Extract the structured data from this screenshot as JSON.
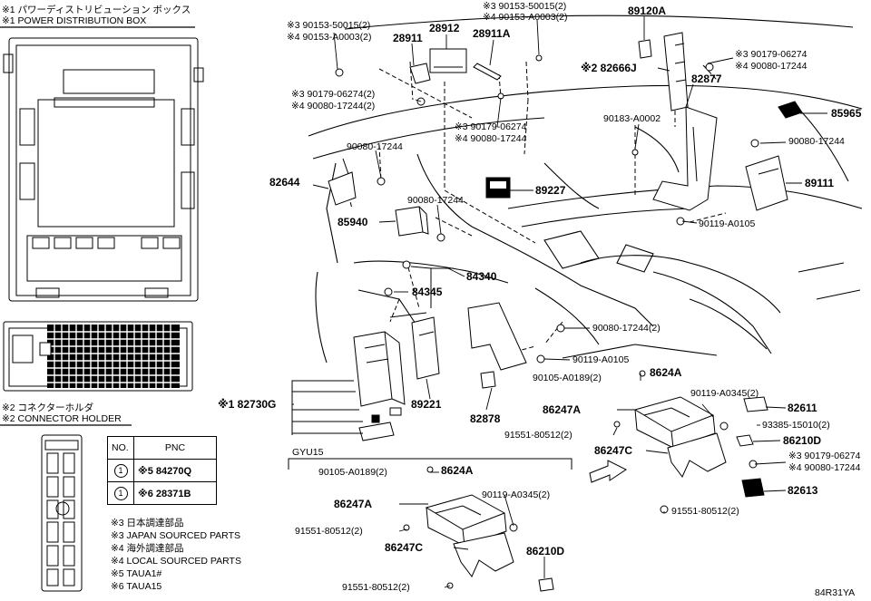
{
  "headers": {
    "pdb_jp": "※1 パワーディストリビューション ボックス",
    "pdb_en": "※1 POWER DISTRIBUTION BOX",
    "ch_jp": "※2 コネクターホルダ",
    "ch_en": "※2 CONNECTOR HOLDER"
  },
  "table": {
    "col_no": "NO.",
    "col_pnc": "PNC",
    "rows": [
      {
        "no": "1",
        "pnc": "※5 84270Q"
      },
      {
        "no": "1",
        "pnc": "※6 28371B"
      }
    ]
  },
  "legend": [
    "※3 日本調達部品",
    "※3 JAPAN SOURCED PARTS",
    "※4 海外調達部品",
    "※4 LOCAL SOURCED PARTS",
    "※5 TAUA1#",
    "※6 TAUA15"
  ],
  "labels": {
    "l1": "※3 90153-50015(2)",
    "l2": "※4 90153-A0003(2)",
    "l3": "28911",
    "l4": "28912",
    "l5": "※3 90153-50015(2)",
    "l6": "※4 90153-A0003(2)",
    "l7": "28911A",
    "l8": "89120A",
    "l9": "※3 90179-06274",
    "l10": "※4 90080-17244",
    "l11": "※2 82666J",
    "l12": "82877",
    "l13": "※3 90179-06274(2)",
    "l14": "※4 90080-17244(2)",
    "l15": "90183-A0002",
    "l16": "85965",
    "l17": "※3 90179-06274",
    "l18": "※4 90080-17244",
    "l19": "90080-17244",
    "l20": "90080-17244",
    "l21": "82644",
    "l22": "89111",
    "l23": "89227",
    "l24": "90080-17244",
    "l25": "85940",
    "l26": "90119-A0105",
    "l27": "84340",
    "l28": "84345",
    "l29": "90080-17244(2)",
    "l30": "90119-A0105",
    "l31": "90105-A0189(2)",
    "l32": "8624A",
    "l33": "※1 82730G",
    "l34": "89221",
    "l35": "90119-A0345(2)",
    "l36": "86247A",
    "l37": "82611",
    "l38": "82878",
    "l39": "93385-15010(2)",
    "l40": "91551-80512(2)",
    "l41": "86210D",
    "l42": "86247C",
    "l43": "※3 90179-06274",
    "l44": "※4 90080-17244",
    "l45": "82613",
    "l46": "GYU15",
    "l47": "90105-A0189(2)",
    "l48": "8624A",
    "l49": "90119-A0345(2)",
    "l50": "86247A",
    "l51": "91551-80512(2)",
    "l52": "91551-80512(2)",
    "l53": "86247C",
    "l54": "86210D",
    "l55": "91551-80512(2)",
    "l56": "84R31YA"
  }
}
